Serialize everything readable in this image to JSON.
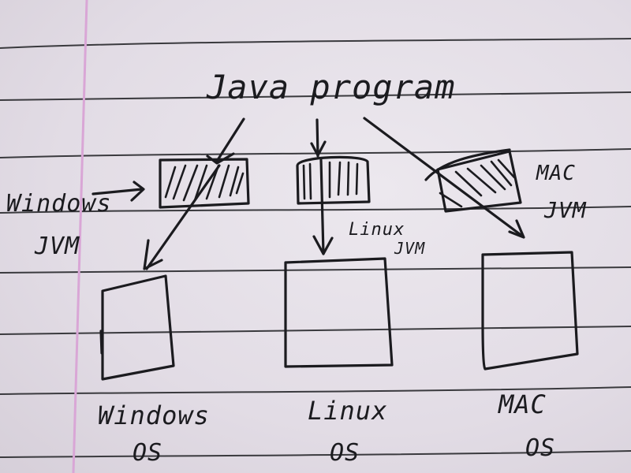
{
  "diagram": {
    "title": "Java program",
    "jvms": [
      {
        "id": "windows",
        "label_line1": "Windows",
        "label_line2": "JVM"
      },
      {
        "id": "linux",
        "label_line1": "Linux",
        "label_line2": "JVM"
      },
      {
        "id": "mac",
        "label_line1": "MAC",
        "label_line2": "JVM"
      }
    ],
    "operating_systems": [
      {
        "id": "windows",
        "label_line1": "Windows",
        "label_line2": "OS"
      },
      {
        "id": "linux",
        "label_line1": "Linux",
        "label_line2": "OS"
      },
      {
        "id": "mac",
        "label_line1": "MAC",
        "label_line2": "OS"
      }
    ]
  },
  "colors": {
    "ink": "#1b1b1f",
    "paper": "#e6e0e8",
    "rule_line": "#3a3a3e",
    "margin_line": "#d9a6d6"
  }
}
